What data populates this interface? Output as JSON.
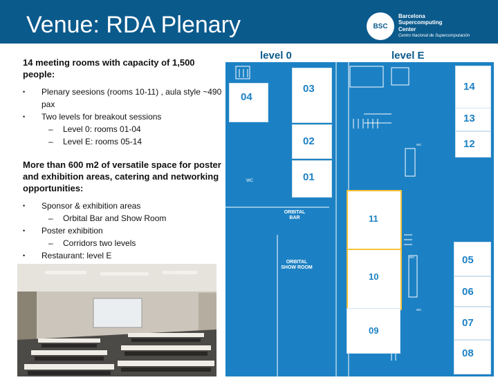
{
  "header": {
    "title": "Venue: RDA Plenary",
    "logo": {
      "mark": "BSC",
      "line1": "Barcelona",
      "line2": "Supercomputing",
      "line3": "Center",
      "line4": "Centro Nacional de Supercomputación"
    }
  },
  "content": {
    "heading1": "14 meeting rooms with capacity of 1,500 people:",
    "list1": [
      {
        "text": "Plenary seesions (rooms 10-11) , aula style ~490 pax",
        "sub": []
      },
      {
        "text": "Two levels for breakout sessions",
        "sub": [
          "Level 0: rooms 01-04",
          "Level E: rooms 05-14"
        ]
      }
    ],
    "heading2": "More than 600 m2 of versatile space for poster and exhibition areas, catering and networking opportunities:",
    "list2": [
      {
        "text": "Sponsor & exhibition areas",
        "sub": [
          "Orbital Bar and Show Room"
        ]
      },
      {
        "text": "Poster exhibition",
        "sub": [
          "Corridors two levels"
        ]
      },
      {
        "text": "Restaurant: level E",
        "sub": []
      }
    ]
  },
  "floorplan": {
    "level0_label": "level 0",
    "levelE_label": "level E",
    "rooms0": [
      "04",
      "03",
      "02",
      "01"
    ],
    "roomsE": [
      "14",
      "13",
      "12",
      "11",
      "10",
      "09",
      "05",
      "06",
      "07",
      "08"
    ],
    "labels": {
      "wc": "WC",
      "orbital_bar": "ORBITAL BAR",
      "orbital_show_room": "ORBITAL SHOW ROOM"
    }
  },
  "colors": {
    "header_bg": "#0b5a8c",
    "plan_bg": "#1c81c4",
    "room_number": "#1c81c4",
    "highlight_border": "#f5c23a"
  }
}
